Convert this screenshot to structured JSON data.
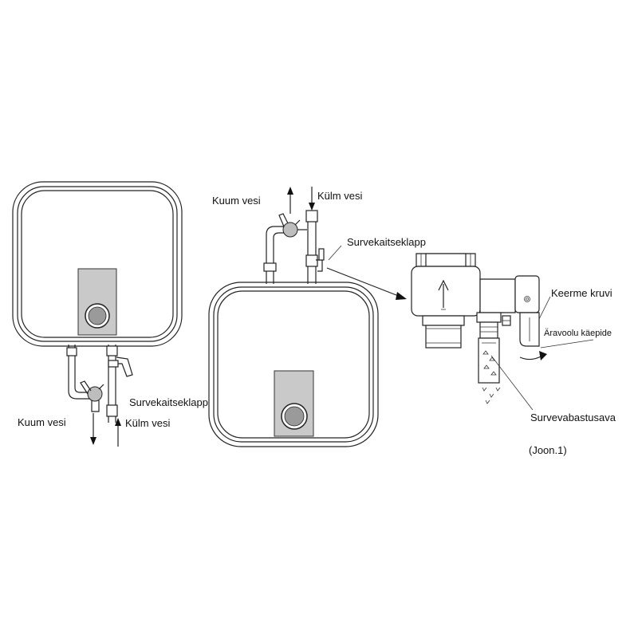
{
  "labels": {
    "left_hot": "Kuum vesi",
    "left_cold": "Külm vesi",
    "left_valve": "Survekaitseklapp",
    "mid_hot": "Kuum vesi",
    "mid_cold": "Külm vesi",
    "mid_valve": "Survekaitseklapp",
    "thread_screw": "Keerme kruvi",
    "drain_handle": "Äravoolu käepide",
    "relief_hole": "Survevabastusava",
    "figure_ref": "(Joon.1)"
  }
}
